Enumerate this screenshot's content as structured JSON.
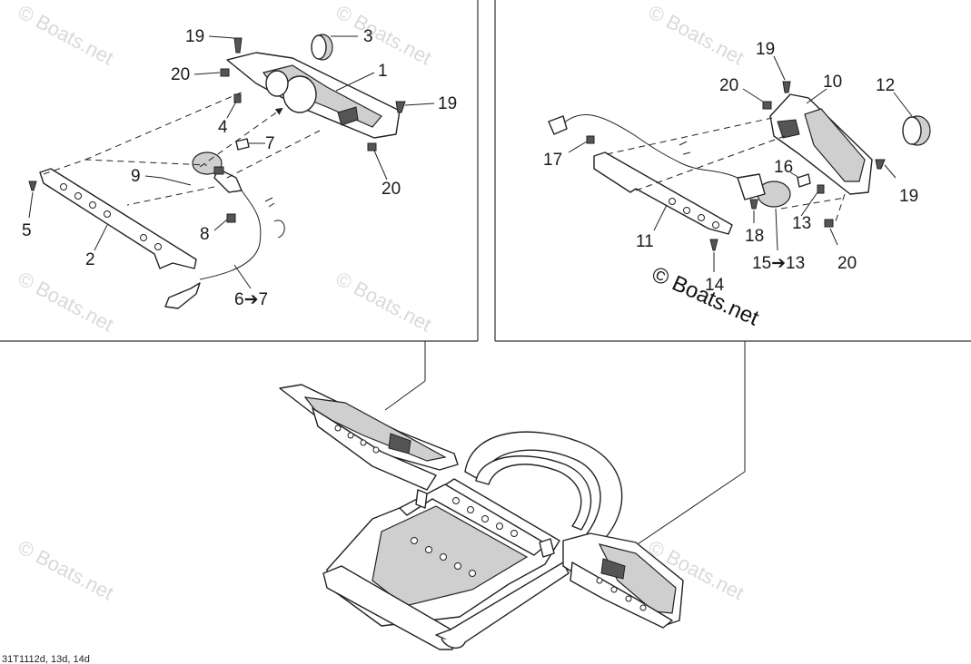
{
  "watermark": "© Boats.net",
  "copyright": "© Boats.net",
  "reference": "31T1112d, 13d, 14d",
  "left_panel": {
    "labels": {
      "p19a": "19",
      "p3": "3",
      "p20a": "20",
      "p1": "1",
      "p19b": "19",
      "p4": "4",
      "p7": "7",
      "p20b": "20",
      "p9": "9",
      "p5": "5",
      "p8": "8",
      "p2": "2",
      "p6": "6➔7"
    }
  },
  "right_panel": {
    "labels": {
      "p19a": "19",
      "p20a": "20",
      "p10": "10",
      "p12": "12",
      "p17": "17",
      "p16": "16",
      "p19b": "19",
      "p13": "13",
      "p11": "11",
      "p18": "18",
      "p20b": "20",
      "p14": "14",
      "p15": "15➔13"
    }
  }
}
